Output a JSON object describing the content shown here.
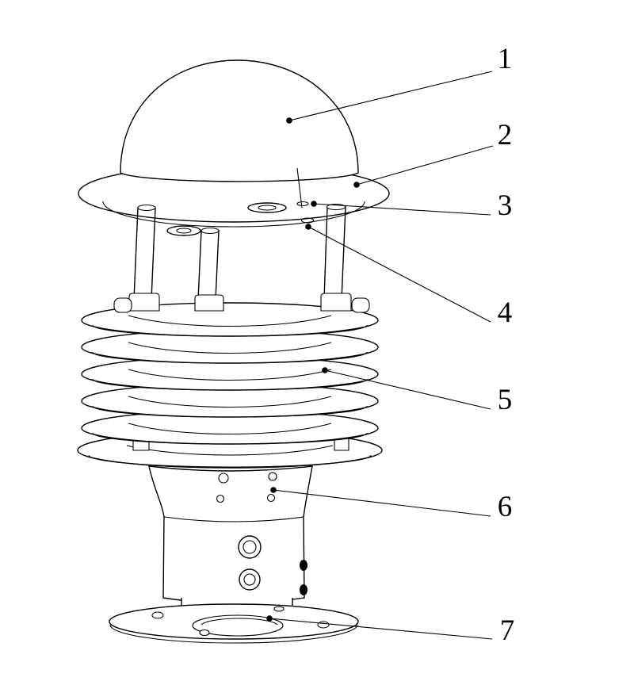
{
  "figure": {
    "background": "#ffffff",
    "line_color": "#000000"
  },
  "callouts": [
    {
      "label": "1"
    },
    {
      "label": "2"
    },
    {
      "label": "3"
    },
    {
      "label": "4"
    },
    {
      "label": "5"
    },
    {
      "label": "6"
    },
    {
      "label": "7"
    }
  ]
}
